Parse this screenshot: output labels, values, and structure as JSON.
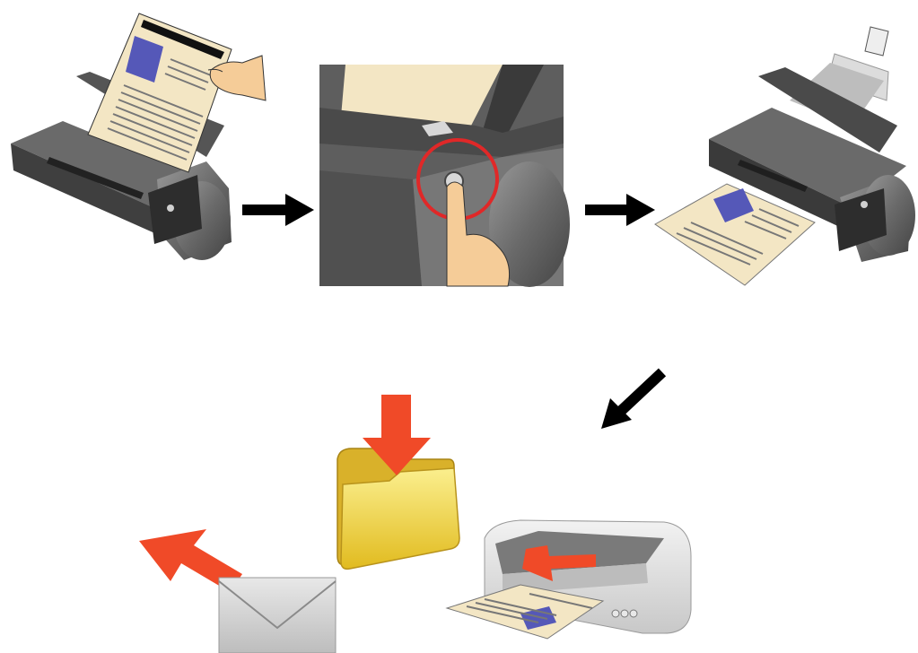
{
  "diagram": {
    "steps": [
      {
        "id": "load-document",
        "icon": "scanner-with-document-icon"
      },
      {
        "id": "press-scan-button",
        "icon": "finger-pressing-button-icon"
      },
      {
        "id": "scanned-output",
        "icon": "scanner-output-icon"
      }
    ],
    "destinations": [
      {
        "id": "save-to-folder",
        "icon": "folder-save-icon"
      },
      {
        "id": "send-email",
        "icon": "envelope-send-icon"
      },
      {
        "id": "print",
        "icon": "printer-icon"
      }
    ],
    "colors": {
      "scanner_body": "#5a5a5a",
      "paper": "#f3e6c4",
      "photo_block": "#5558b8",
      "red_arrow": "#f04a28",
      "folder": "#f2d43a",
      "highlight_circle": "#e02828",
      "skin": "#f5cc98"
    }
  }
}
